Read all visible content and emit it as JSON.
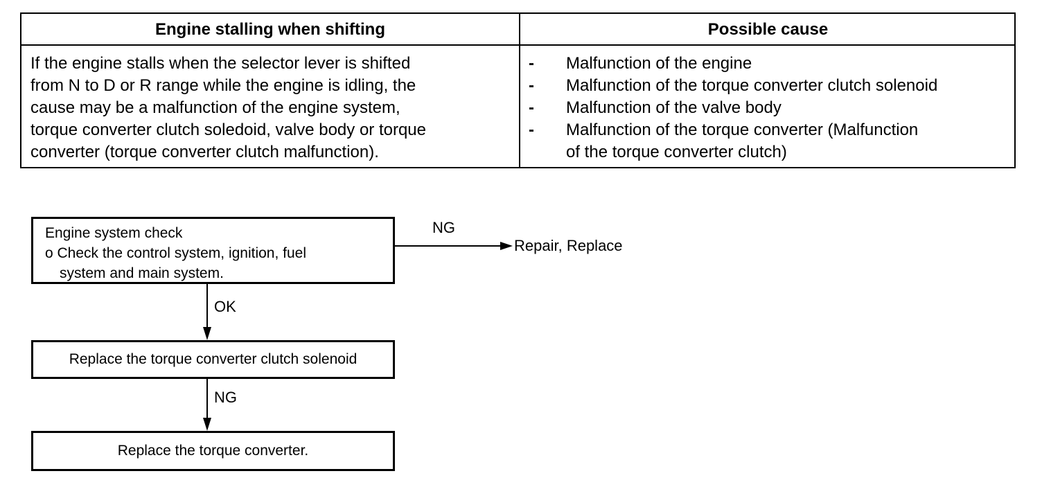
{
  "table": {
    "header_left": "Engine stalling when shifting",
    "header_right": "Possible cause",
    "description_lines": [
      "If the engine stalls when the selector lever is shifted",
      "from N to D or R range while the engine is idling, the",
      "cause may be a malfunction of the engine system,",
      "torque converter clutch soledoid, valve body or torque",
      "converter (torque converter clutch malfunction)."
    ],
    "causes": [
      {
        "dash": "-",
        "lines": [
          "Malfunction of the engine"
        ]
      },
      {
        "dash": "-",
        "lines": [
          "Malfunction of the torque converter clutch solenoid"
        ]
      },
      {
        "dash": "-",
        "lines": [
          "Malfunction of the valve body"
        ]
      },
      {
        "dash": "-",
        "lines": [
          "Malfunction of the torque converter (Malfunction",
          "of the torque converter clutch)"
        ]
      }
    ]
  },
  "flowchart": {
    "step1": {
      "title": "Engine system check",
      "bullet_line1": "o Check the control system, ignition, fuel",
      "bullet_line2": "system and main system."
    },
    "step1_ng_label": "NG",
    "step1_ng_action": "Repair, Replace",
    "step1_ok_label": "OK",
    "step2": {
      "text": "Replace the torque converter clutch solenoid"
    },
    "step2_ng_label": "NG",
    "step3": {
      "text": "Replace the torque converter."
    }
  }
}
